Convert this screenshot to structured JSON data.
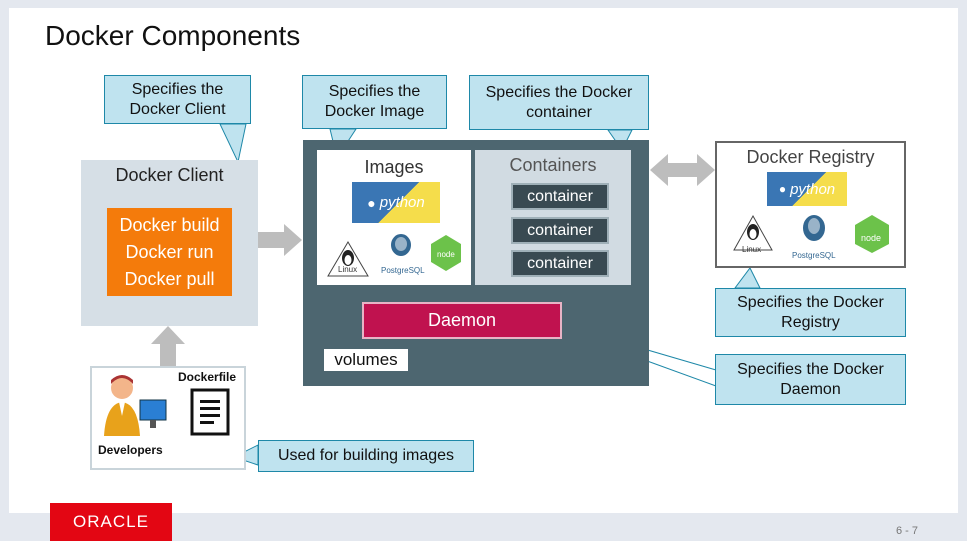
{
  "title": "Docker Components",
  "client": {
    "label": "Docker Client",
    "commands": [
      "Docker build",
      "Docker run",
      "Docker pull"
    ]
  },
  "host": {
    "images_label": "Images",
    "containers_label": "Containers",
    "containers": [
      "container",
      "container",
      "container"
    ],
    "daemon": "Daemon",
    "volumes": "volumes"
  },
  "registry": {
    "label": "Docker Registry"
  },
  "logos": {
    "python": "python",
    "linux": "Linux",
    "postgres": "PostgreSQL",
    "node": "node"
  },
  "developer": {
    "dockerfile": "Dockerfile",
    "developers": "Developers"
  },
  "callouts": {
    "client": "Specifies the Docker Client",
    "image": "Specifies the Docker Image",
    "container": "Specifies the Docker container",
    "registry": "Specifies the Docker Registry",
    "daemon": "Specifies the Docker Daemon",
    "dockerfile": "Used for building images"
  },
  "footer": {
    "logo": "ORACLE",
    "page": "6 - 7"
  },
  "colors": {
    "orange": "#f47b0b",
    "daemon": "#c0124f",
    "host": "#4d6670",
    "callout": "#bfe3ef",
    "oracle_red": "#e30613"
  }
}
